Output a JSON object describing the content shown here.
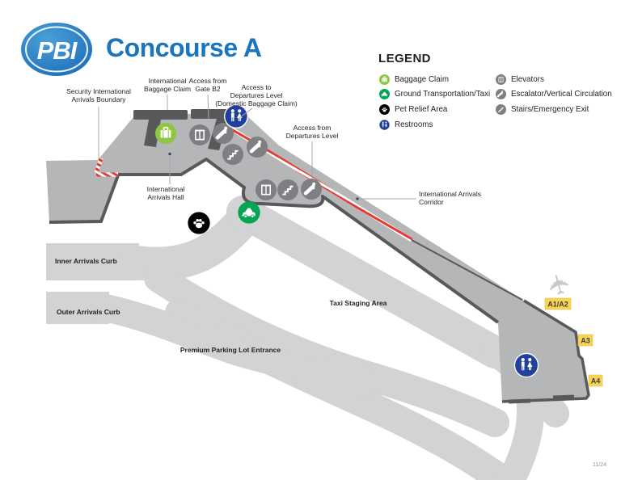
{
  "header": {
    "logo_text": "PBI",
    "title": "Concourse A"
  },
  "legend": {
    "title": "LEGEND",
    "col1": [
      {
        "label": "Baggage Claim"
      },
      {
        "label": "Ground Transportation/Taxi"
      },
      {
        "label": "Pet Relief Area"
      },
      {
        "label": "Restrooms"
      }
    ],
    "col2": [
      {
        "label": "Elevators"
      },
      {
        "label": "Escalator/Vertical Circulation"
      },
      {
        "label": "Stairs/Emergency Exit"
      }
    ]
  },
  "map": {
    "labels": {
      "security_boundary": [
        "Security International",
        "Arrivals Boundary"
      ],
      "intl_baggage_claim": [
        "International",
        "Baggage Claim"
      ],
      "gate_b2": [
        "Access from",
        "Gate B2"
      ],
      "departures_access": [
        "Access to",
        "Departures Level",
        "(Domestic Baggage Claim)"
      ],
      "from_departures": [
        "Access from",
        "Departures Level"
      ],
      "arrivals_hall": [
        "International",
        "Arrivals Hall"
      ],
      "arrivals_corridor": [
        "International Arrivals",
        "Corridor"
      ],
      "inner_curb": "Inner Arrivals Curb",
      "outer_curb": "Outer Arrivals Curb",
      "taxi_staging": "Taxi Staging Area",
      "premium_parking": "Premium Parking Lot Entrance"
    },
    "gates": {
      "a1a2": "A1/A2",
      "a3": "A3",
      "a4": "A4"
    },
    "revision": "11/24",
    "colors": {
      "brand_blue": "#1b75bc",
      "terminal_gray": "#b4b6b8",
      "road_gray": "#d1d3d4",
      "edge_dark": "#58595b",
      "boundary_red": "#e8392e",
      "baggage_green": "#8dc63f",
      "transport_green": "#00a651",
      "restroom_blue": "#21409a",
      "icon_gray": "#7d7f82",
      "gate_yellow": "#f8d452"
    }
  }
}
